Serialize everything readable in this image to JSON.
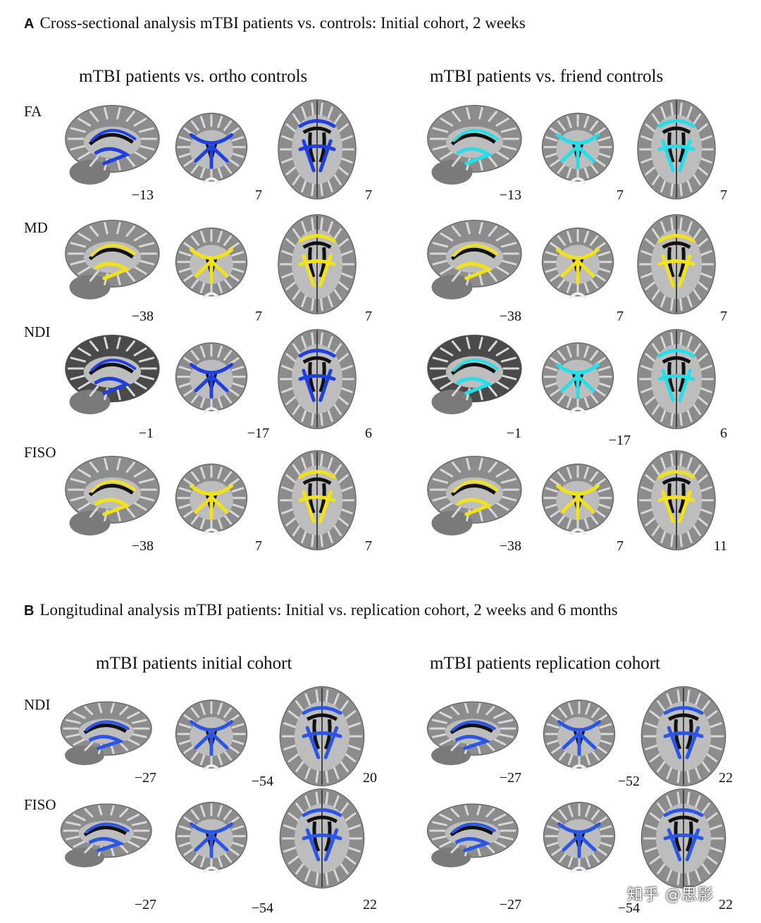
{
  "sectionA": {
    "letter": "A",
    "title": "Cross-sectional analysis mTBI patients vs. controls: Initial cohort, 2 weeks",
    "columns": [
      "mTBI patients vs. ortho controls",
      "mTBI patients vs. friend controls"
    ],
    "rows": [
      {
        "label": "FA",
        "left": {
          "nums": [
            "−13",
            "7",
            "7"
          ],
          "color": "#1f3fe0"
        },
        "right": {
          "nums": [
            "−13",
            "7",
            "7"
          ],
          "color": "#22e0ea"
        }
      },
      {
        "label": "MD",
        "left": {
          "nums": [
            "−38",
            "7",
            "7"
          ],
          "color": "#f2e21a"
        },
        "right": {
          "nums": [
            "−38",
            "7",
            "7"
          ],
          "color": "#f2e21a"
        }
      },
      {
        "label": "NDI",
        "left": {
          "nums": [
            "−1",
            "−17",
            "6"
          ],
          "color": "#1f3fe0"
        },
        "right": {
          "nums": [
            "−1",
            "−17",
            "6"
          ],
          "color": "#22e0ea"
        }
      },
      {
        "label": "FISO",
        "left": {
          "nums": [
            "−38",
            "7",
            "7"
          ],
          "color": "#f2e21a"
        },
        "right": {
          "nums": [
            "−38",
            "7",
            "11"
          ],
          "color": "#f2e21a"
        }
      }
    ]
  },
  "sectionB": {
    "letter": "B",
    "title": "Longitudinal analysis mTBI patients: Initial vs. replication cohort, 2 weeks and 6 months",
    "columns": [
      "mTBI patients initial cohort",
      "mTBI patients replication cohort"
    ],
    "rows": [
      {
        "label": "NDI",
        "left": {
          "nums": [
            "−27",
            "−54",
            "20"
          ],
          "color": "#2a55e6"
        },
        "right": {
          "nums": [
            "−27",
            "−52",
            "22"
          ],
          "color": "#2a55e6"
        }
      },
      {
        "label": "FISO",
        "left": {
          "nums": [
            "−27",
            "−54",
            "22"
          ],
          "color": "#2a55e6"
        },
        "right": {
          "nums": [
            "−27",
            "−54",
            "22"
          ],
          "color": "#2a55e6"
        }
      }
    ]
  },
  "watermark": "知乎 @思影"
}
